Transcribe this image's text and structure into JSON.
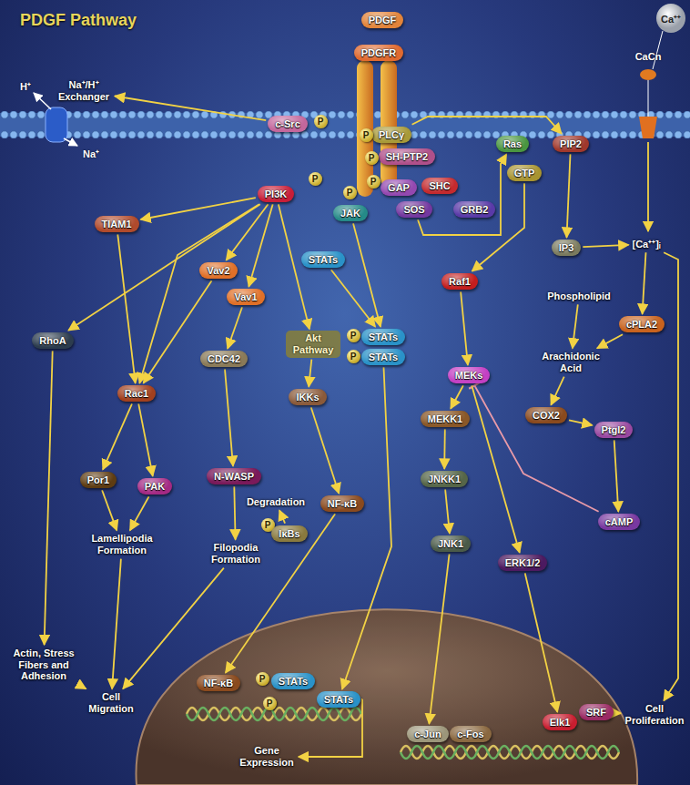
{
  "diagram": {
    "title": "PDGF Pathway",
    "nodes": [
      {
        "text": [
          "PDGF"
        ]
      },
      {
        "text": [
          "PDGFR"
        ]
      },
      {
        "text": [
          "Na⁺/H⁺ Exchanger"
        ]
      },
      {
        "text": [
          "c-Src"
        ]
      },
      {
        "text": [
          "P"
        ]
      },
      {
        "text": [
          "PI3K"
        ]
      },
      {
        "text": [
          "P"
        ]
      },
      {
        "text": [
          "PLCγ"
        ]
      },
      {
        "text": [
          "P"
        ]
      },
      {
        "text": [
          "SH-PTP2"
        ]
      },
      {
        "text": [
          "P"
        ]
      },
      {
        "text": [
          "GAP"
        ]
      },
      {
        "text": [
          "P"
        ]
      },
      {
        "text": [
          "SHC"
        ]
      },
      {
        "text": [
          "SOS"
        ]
      },
      {
        "text": [
          "GRB2"
        ]
      },
      {
        "text": [
          "JAK"
        ]
      },
      {
        "text": [
          "P"
        ]
      },
      {
        "text": [
          "Ras"
        ]
      },
      {
        "text": [
          "GTP"
        ]
      },
      {
        "text": [
          "PIP2"
        ]
      },
      {
        "text": [
          "TIAM1"
        ]
      },
      {
        "text": [
          "STATs"
        ]
      },
      {
        "text": [
          "Vav2"
        ]
      },
      {
        "text": [
          "Raf1"
        ]
      },
      {
        "text": [
          "IP3"
        ]
      },
      {
        "text": [
          "[Ca⁺⁺]ᵢ"
        ]
      },
      {
        "text": [
          "Vav1"
        ]
      },
      {
        "text": [
          "Phospholipid"
        ]
      },
      {
        "text": [
          "cPLA2"
        ]
      },
      {
        "text": [
          "RhoA"
        ]
      },
      {
        "text": [
          "Akt Pathway"
        ]
      },
      {
        "text": [
          "P"
        ]
      },
      {
        "text": [
          "STATs"
        ]
      },
      {
        "text": [
          "P"
        ]
      },
      {
        "text": [
          "STATs"
        ]
      },
      {
        "text": [
          "Arachidonic Acid"
        ]
      },
      {
        "text": [
          "CDC42"
        ]
      },
      {
        "text": [
          "MEKs"
        ]
      },
      {
        "text": [
          "Rac1"
        ]
      },
      {
        "text": [
          "IKKs"
        ]
      },
      {
        "text": [
          "MEKK1"
        ]
      },
      {
        "text": [
          "COX2"
        ]
      },
      {
        "text": [
          "Ptgl2"
        ]
      },
      {
        "text": [
          "JNKK1"
        ]
      },
      {
        "text": [
          "N-WASP"
        ]
      },
      {
        "text": [
          "Por1"
        ]
      },
      {
        "text": [
          "PAK"
        ]
      },
      {
        "text": [
          "Degradation"
        ]
      },
      {
        "text": [
          "NF-κB"
        ]
      },
      {
        "text": [
          "P"
        ]
      },
      {
        "text": [
          "IκBs"
        ]
      },
      {
        "text": [
          "cAMP"
        ]
      },
      {
        "text": [
          "Lamellipodia Formation"
        ]
      },
      {
        "text": [
          "JNK1"
        ]
      },
      {
        "text": [
          "Filopodia Formation"
        ]
      },
      {
        "text": [
          "ERK1/2"
        ]
      },
      {
        "text": [
          "Actin, Stress Fibers and Adhesion"
        ]
      },
      {
        "text": [
          "Cell Migration"
        ]
      },
      {
        "text": [
          "NF-κB"
        ]
      },
      {
        "text": [
          "P"
        ]
      },
      {
        "text": [
          "STATs"
        ]
      },
      {
        "text": [
          "P"
        ]
      },
      {
        "text": [
          "STATs"
        ]
      },
      {
        "text": [
          "c-Jun"
        ]
      },
      {
        "text": [
          "c-Fos"
        ]
      },
      {
        "text": [
          "Elk1"
        ]
      },
      {
        "text": [
          "SRF"
        ]
      },
      {
        "text": [
          "Gene Expression"
        ]
      },
      {
        "text": [
          "Cell Proliferation"
        ]
      }
    ],
    "edges": [
      {
        "from": 3,
        "to": 2,
        "arrow": "to"
      },
      {
        "from": 5,
        "to": 21,
        "arrow": "to"
      },
      {
        "from": 5,
        "to": 23,
        "arrow": "to"
      },
      {
        "from": 5,
        "to": 39,
        "arrow": "to"
      },
      {
        "from": 5,
        "to": 27,
        "arrow": "to"
      },
      {
        "from": 5,
        "to": 31,
        "arrow": "to"
      },
      {
        "from": 5,
        "to": 30,
        "arrow": "to"
      },
      {
        "from": 7,
        "to": 20,
        "arrow": "to"
      },
      {
        "from": 14,
        "to": 18,
        "arrow": "to"
      },
      {
        "from": 19,
        "to": 24,
        "arrow": "to"
      },
      {
        "from": 16,
        "to": 33,
        "arrow": "to"
      },
      {
        "from": 22,
        "to": 33,
        "arrow": "to"
      },
      {
        "from": 35,
        "to": 63,
        "arrow": "to"
      },
      {
        "from": 20,
        "to": 25,
        "arrow": "to"
      },
      {
        "from": 25,
        "to": 26,
        "arrow": "to"
      },
      {
        "from": 26,
        "to": 29,
        "arrow": "to"
      },
      {
        "from": 26,
        "to": 69,
        "arrow": "to"
      },
      {
        "from": 28,
        "to": 36,
        "arrow": "to"
      },
      {
        "from": 29,
        "to": 36,
        "arrow": "to"
      },
      {
        "from": 36,
        "to": 42,
        "arrow": "to"
      },
      {
        "from": 42,
        "to": 43,
        "arrow": "to"
      },
      {
        "from": 43,
        "to": 52,
        "arrow": "to"
      },
      {
        "from": 52,
        "to": 38,
        "arrow": "none"
      },
      {
        "from": 24,
        "to": 38,
        "arrow": "to"
      },
      {
        "from": 38,
        "to": 41,
        "arrow": "to"
      },
      {
        "from": 38,
        "to": 56,
        "arrow": "to"
      },
      {
        "from": 41,
        "to": 44,
        "arrow": "to"
      },
      {
        "from": 44,
        "to": 54,
        "arrow": "to"
      },
      {
        "from": 54,
        "to": 64,
        "arrow": "to"
      },
      {
        "from": 56,
        "to": 66,
        "arrow": "to"
      },
      {
        "from": 21,
        "to": 39,
        "arrow": "to"
      },
      {
        "from": 23,
        "to": 39,
        "arrow": "to"
      },
      {
        "from": 39,
        "to": 46,
        "arrow": "to"
      },
      {
        "from": 39,
        "to": 47,
        "arrow": "to"
      },
      {
        "from": 46,
        "to": 53,
        "arrow": "to"
      },
      {
        "from": 47,
        "to": 53,
        "arrow": "to"
      },
      {
        "from": 53,
        "to": 58,
        "arrow": "to"
      },
      {
        "from": 30,
        "to": 57,
        "arrow": "to"
      },
      {
        "from": 57,
        "to": 58,
        "arrow": "to"
      },
      {
        "from": 27,
        "to": 37,
        "arrow": "to"
      },
      {
        "from": 37,
        "to": 45,
        "arrow": "to"
      },
      {
        "from": 45,
        "to": 55,
        "arrow": "to"
      },
      {
        "from": 55,
        "to": 58,
        "arrow": "to"
      },
      {
        "from": 31,
        "to": 40,
        "arrow": "to"
      },
      {
        "from": 40,
        "to": 49,
        "arrow": "to"
      },
      {
        "from": 51,
        "to": 48,
        "arrow": "to"
      },
      {
        "from": 49,
        "to": 59,
        "arrow": "to"
      },
      {
        "from": 63,
        "to": 68,
        "arrow": "to"
      },
      {
        "from": 67,
        "to": 69,
        "arrow": "to"
      }
    ],
    "labels": [
      "H⁺",
      "Na⁺",
      "Ca⁺⁺",
      "CaCn"
    ]
  }
}
